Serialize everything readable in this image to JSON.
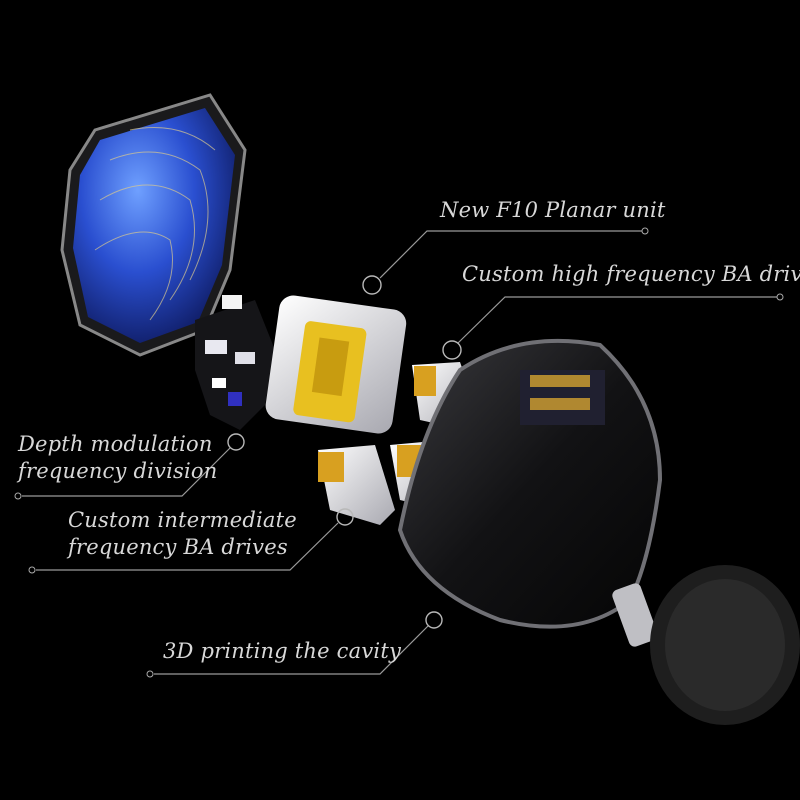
{
  "callouts": [
    {
      "label_lines": [
        "New F10 Planar unit"
      ]
    },
    {
      "label_lines": [
        "Custom high frequency BA driver"
      ]
    },
    {
      "label_lines": [
        "Depth modulation",
        "frequency division"
      ]
    },
    {
      "label_lines": [
        "Custom intermediate",
        "frequency BA drives"
      ]
    },
    {
      "label_lines": [
        "3D printing the cavity"
      ]
    }
  ],
  "colors": {
    "background": "#000000",
    "label_text": "#d8d8d8",
    "faceplate_blue": "#2a4fd0",
    "driver_yellow": "#e8c020"
  }
}
